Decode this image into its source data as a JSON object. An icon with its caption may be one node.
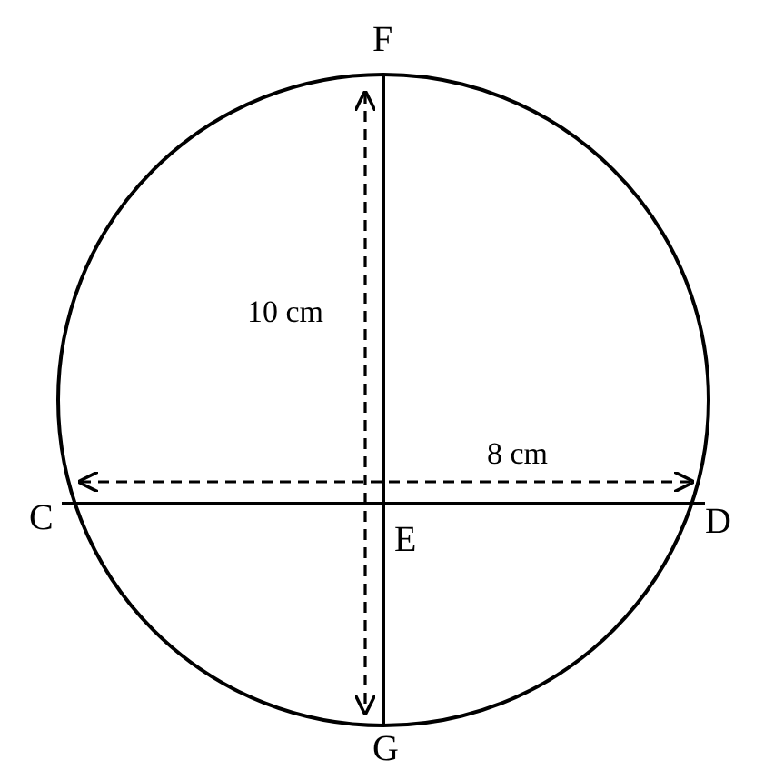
{
  "diagram": {
    "labels": [
      "F",
      "10 cm",
      "8 cm",
      "C",
      "E",
      "D",
      "G"
    ]
  }
}
